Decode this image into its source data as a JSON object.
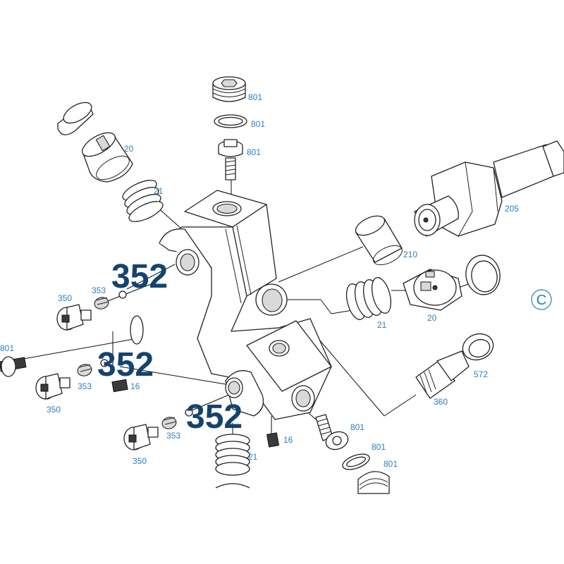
{
  "labels": {
    "plug_801": "801",
    "ring_801": "801",
    "valve_801": "801",
    "cap_20": "20",
    "spring_21_top": "21",
    "body_205": "205",
    "sleeve_210": "210",
    "spring_21_mid": "21",
    "cap_20_mid": "20",
    "ring_572": "572",
    "fitting_360": "360",
    "screw_350_a": "350",
    "ball_353_a": "353",
    "screw_350_b": "350",
    "ball_353_b": "353",
    "setscrew_16_a": "16",
    "screw_350_c": "350",
    "ball_353_c": "353",
    "setscrew_16_b": "16",
    "spring_21_low": "21",
    "valve_801_low": "801",
    "ring_801_low": "801",
    "plug_801_low": "801",
    "edge_801": "801",
    "highlight_1": "352",
    "highlight_2": "352",
    "highlight_3": "352",
    "view_marker": "C"
  },
  "colors": {
    "label_blue": "#2a7fc0",
    "highlight_navy": "#14436e"
  }
}
